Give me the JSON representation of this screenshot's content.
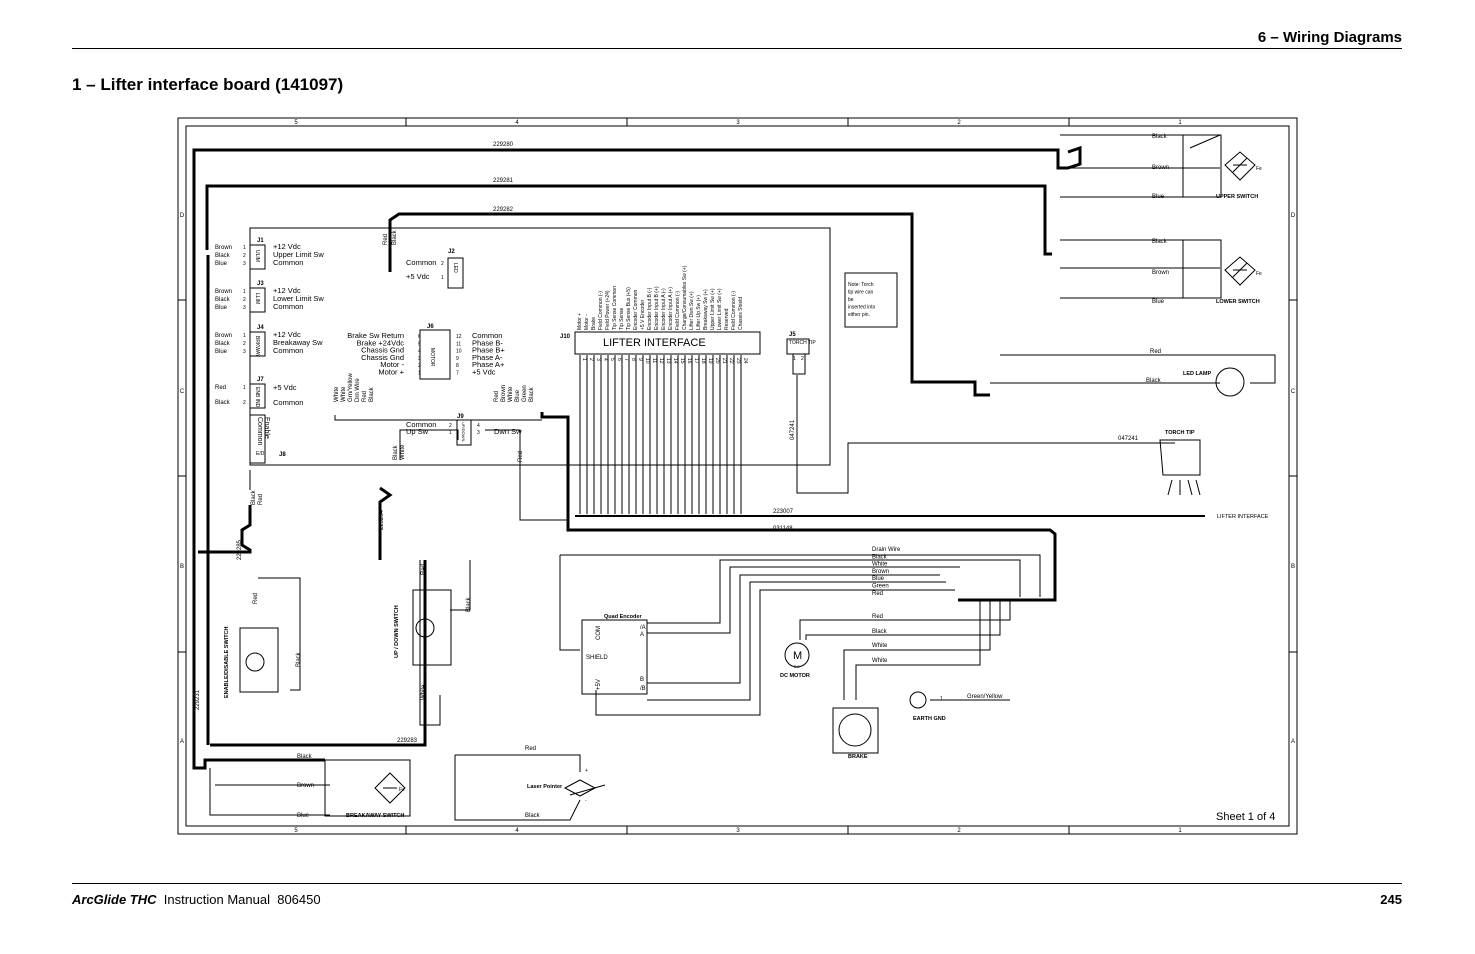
{
  "header": {
    "section": "6 – Wiring Diagrams",
    "title": "1 – Lifter interface board (141097)"
  },
  "footer": {
    "brand": "ArcGlide THC",
    "manual": "Instruction Manual",
    "number": "806450",
    "page": "245"
  },
  "diagram": {
    "border_cols": [
      "5",
      "4",
      "3",
      "2",
      "1"
    ],
    "border_rows": [
      "D",
      "C",
      "B",
      "A"
    ],
    "sheet": "Sheet 1 of 4",
    "cables": {
      "c1": "229280",
      "c2": "229281",
      "c3": "229282",
      "c4": "229283",
      "c5": "229284",
      "c6": "229285",
      "c7": "229231",
      "c8": "223007",
      "c9": "031148",
      "c10": "047241",
      "c11": "047241"
    },
    "connectors": {
      "j1": "J1",
      "j3": "J3",
      "j4": "J4",
      "j7": "J7",
      "j8": "J8",
      "j2": "J2",
      "j6": "J6",
      "j9": "J9",
      "j10": "J10",
      "j5": "J5"
    },
    "conn_side": {
      "j1": "ULIM",
      "j3": "LLIM",
      "j4": "BRKWAY",
      "j7": "ENB IND",
      "j8": "E/D",
      "j2": "LED",
      "j6": "MOTOR",
      "j9": "UP/DOWN"
    },
    "j1": {
      "wires": [
        "Brown",
        "Black",
        "Blue"
      ],
      "pins": [
        "1",
        "2",
        "3"
      ],
      "labels": [
        "+12 Vdc",
        "Upper Limit Sw",
        "Common"
      ]
    },
    "j3": {
      "wires": [
        "Brown",
        "Black",
        "Blue"
      ],
      "pins": [
        "1",
        "2",
        "3"
      ],
      "labels": [
        "+12 Vdc",
        "Lower Limit Sw",
        "Common"
      ]
    },
    "j4": {
      "wires": [
        "Brown",
        "Black",
        "Blue"
      ],
      "pins": [
        "1",
        "2",
        "3"
      ],
      "labels": [
        "+12 Vdc",
        "Breakaway Sw",
        "Common"
      ]
    },
    "j7": {
      "wires": [
        "Red",
        "Black"
      ],
      "pins": [
        "1",
        "2"
      ],
      "labels": [
        "+5 Vdc",
        "Common"
      ]
    },
    "j8": {
      "label1": "Common",
      "label2": "Enable"
    },
    "j2": {
      "wires": [
        "Red",
        "Black"
      ],
      "labels": [
        "Common",
        "+5 Vdc"
      ],
      "pins": [
        "2",
        "1"
      ]
    },
    "j6": {
      "left_labels": [
        "Brake Sw Return",
        "Brake +24Vdc",
        "Chassis Gnd",
        "Chassis Gnd",
        "Motor -",
        "Motor +"
      ],
      "left_pins": [
        "6",
        "5",
        "4",
        "3",
        "2",
        "1"
      ],
      "right_pins": [
        "12",
        "11",
        "10",
        "9",
        "8",
        "7"
      ],
      "right_labels": [
        "Common",
        "Phase B-",
        "Phase B+",
        "Phase A-",
        "Phase A+",
        "+5 Vdc"
      ],
      "wires_left": [
        "White",
        "White",
        "Grn/Yellow",
        "Drn Wire",
        "Red",
        "Black"
      ],
      "wires_right": [
        "Red",
        "Brown",
        "White",
        "Blue",
        "Green",
        "Black"
      ]
    },
    "j9": {
      "labels": [
        "Common",
        "Up Sw",
        "Dwn Sw"
      ],
      "pins": [
        "2",
        "1",
        "4",
        "3"
      ],
      "wires": [
        "Black",
        "White",
        "Red"
      ]
    },
    "j10": {
      "title": "LIFTER INTERFACE",
      "signals": [
        "Motor +",
        "Motor -",
        "Brake",
        "Field Common (-)",
        "Field Power (+24)",
        "Tip Sense Common",
        "Tip Sense",
        "Tip Sense Bus (+5)",
        "Encoder Common",
        "+5 V Encoder",
        "Encoder Input B (-)",
        "Encoder Input B (+)",
        "Encoder Input A (-)",
        "Encoder Input A (+)",
        "Field Common (-)",
        "Charge/Consumables Sw (+)",
        "Lifter Dwn Sw (+)",
        "Lifter Up Sw (+)",
        "Breakaway Sw (+)",
        "Upper Limit Sw (+)",
        "Lower Limit Sw (+)",
        "Reserved",
        "Field Common (-)",
        "Chassis Shield"
      ],
      "pins": [
        "1",
        "2",
        "3",
        "4",
        "5",
        "6",
        "7",
        "8",
        "9",
        "10",
        "11",
        "12",
        "13",
        "14",
        "15",
        "16",
        "17",
        "18",
        "19",
        "20",
        "21",
        "22",
        "23",
        "24"
      ]
    },
    "j5": {
      "label": "TORCH TIP",
      "pins": [
        "1",
        "2"
      ]
    },
    "note": [
      "Note: Torch",
      "tip wire can",
      "be",
      "inserted into",
      "either pin."
    ],
    "upper_switch": {
      "name": "UPPER SWITCH",
      "wires": [
        "Black",
        "Brown",
        "Blue"
      ],
      "fe": "Fe"
    },
    "lower_switch": {
      "name": "LOWER SWITCH",
      "wires": [
        "Black",
        "Brown",
        "Blue"
      ],
      "fe": "Fe"
    },
    "led_lamp": {
      "name": "LED LAMP",
      "wires": [
        "Red",
        "Black"
      ]
    },
    "torch_tip": {
      "name": "TORCH TIP"
    },
    "lifter_interface": {
      "name": "LIFTER INTERFACE"
    },
    "motor_wires": [
      "Drain Wire",
      "Black",
      "White",
      "Brown",
      "Blue",
      "Green",
      "Red"
    ],
    "motor_wires2": [
      "Red",
      "Black",
      "White",
      "White"
    ],
    "quad_encoder": {
      "name": "Quad Encoder",
      "labels": [
        "COM",
        "SHIELD",
        "+5V"
      ],
      "pins": [
        "/A",
        "A",
        "B",
        "/B"
      ]
    },
    "dc_motor": {
      "name": "DC MOTOR",
      "m": "M",
      "dc": "DC"
    },
    "earth": {
      "name": "EARTH GND",
      "wire": "Green/Yellow",
      "pin": "1"
    },
    "brake": {
      "name": "BRAKE"
    },
    "updown": {
      "name": "UP / DOWN SWITCH",
      "wires": [
        "Red",
        "Black",
        "White"
      ]
    },
    "enable": {
      "name": "ENABLE/DISABLE SWITCH",
      "wires": [
        "Black",
        "Red",
        "Red",
        "Black"
      ]
    },
    "breakaway": {
      "name": "BREAKAWAY SWITCH",
      "wires": [
        "Black",
        "Brown",
        "Blue"
      ],
      "fe": "Fe"
    },
    "laser": {
      "name": "Laser Pointer",
      "wires": [
        "Red",
        "Black"
      ],
      "pos": "+",
      "neg": "-"
    }
  }
}
